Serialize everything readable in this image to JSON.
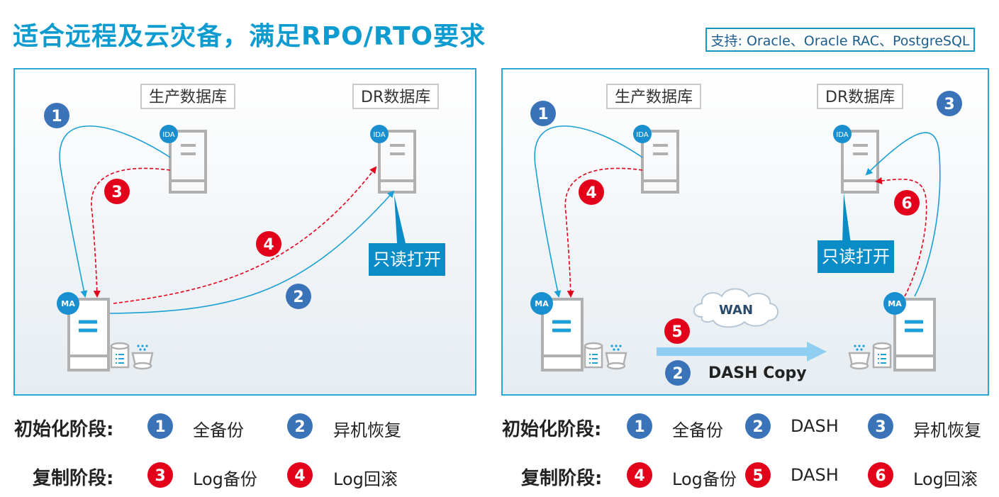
{
  "title": "适合远程及云灾备，满足RPO/RTO要求",
  "support": "支持: Oracle、Oracle RAC、PostgreSQL",
  "left_panel": {
    "prod_label": "生产数据库",
    "dr_label": "DR数据库",
    "readonly": "只读打开",
    "steps": [
      "1",
      "3",
      "4",
      "2"
    ]
  },
  "right_panel": {
    "prod_label": "生产数据库",
    "dr_label": "DR数据库",
    "readonly": "只读打开",
    "wan": "WAN",
    "dash_copy": "DASH Copy",
    "steps": [
      "1",
      "4",
      "5",
      "2",
      "3",
      "6"
    ]
  },
  "server_badges": {
    "ida": "IDA",
    "ma": "MA"
  },
  "legend": {
    "init_label": "初始化阶段:",
    "repl_label": "复制阶段:",
    "left_init": [
      {
        "num": "1",
        "text": "全备份"
      },
      {
        "num": "2",
        "text": "异机恢复"
      }
    ],
    "left_repl": [
      {
        "num": "3",
        "text": "Log备份"
      },
      {
        "num": "4",
        "text": "Log回滚"
      }
    ],
    "right_init": [
      {
        "num": "1",
        "text": "全备份"
      },
      {
        "num": "2",
        "text": "DASH"
      },
      {
        "num": "3",
        "text": "异机恢复"
      }
    ],
    "right_repl": [
      {
        "num": "4",
        "text": "Log备份"
      },
      {
        "num": "5",
        "text": "DASH"
      },
      {
        "num": "6",
        "text": "Log回滚"
      }
    ]
  },
  "colors": {
    "accent": "#0e9bcf",
    "blue_step": "#3b73b9",
    "red_step": "#e3001b"
  }
}
